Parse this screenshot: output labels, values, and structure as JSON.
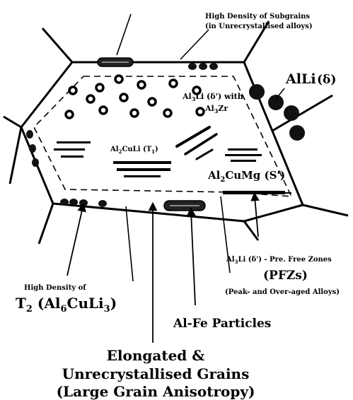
{
  "labels": {
    "subgrains_1": "High Density of Subgrains",
    "subgrains_2": "(in Unrecrystallised  alloys)",
    "alli_main": "AlLi",
    "alli_delta": "(δ)",
    "al3li_1_a": "Al",
    "al3li_1_sub": "3",
    "al3li_1_b": "Li (δ') with",
    "al3zr_a": "Al",
    "al3zr_sub": "3",
    "al3zr_b": "Zr",
    "t1_a": "Al",
    "t1_sub": "2",
    "t1_b": "CuLi  (T",
    "t1_sub2": "1",
    "t1_c": ")",
    "s_a": "Al",
    "s_sub": "2",
    "s_b": "CuMg  (S')",
    "pfz_1_a": "Al",
    "pfz_1_sub": "3",
    "pfz_1_b": "Li (δ') - Pre. Free Zones",
    "pfz_2": "(PFZs)",
    "pfz_3": "(Peak- and Over-aged Alloys)",
    "t2_1": "High Density of",
    "t2_2_a": "T",
    "t2_2_sub": "2",
    "t2_2_b": " (Al",
    "t2_2_sub2": "6",
    "t2_2_c": "CuLi",
    "t2_2_sub3": "3",
    "t2_2_d": ")",
    "alfe": "Al-Fe Particles",
    "grains_1": "Elongated &",
    "grains_2": "Unrecrystallised Grains",
    "grains_3": "(Large Grain Anisotropy)"
  }
}
